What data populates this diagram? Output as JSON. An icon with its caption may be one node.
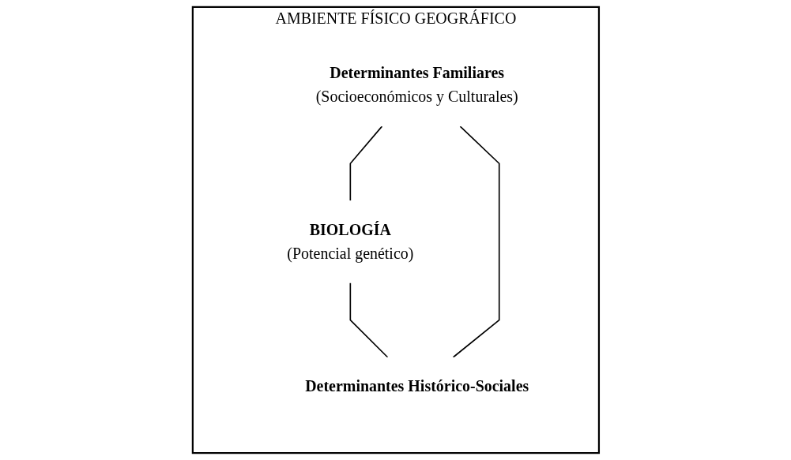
{
  "diagram": {
    "nodes": [
      {
        "text": [
          "AMBIENTE FÍSICO GEOGRÁFICO"
        ]
      },
      {
        "text": [
          "Determinantes Familiares",
          "(Socioeconómicos y Culturales)"
        ],
        "in": 0
      },
      {
        "text": [
          "BIOLOGÍA",
          "(Potencial genético)"
        ],
        "in": 0
      },
      {
        "text": [
          "Determinantes Histórico-Sociales"
        ],
        "in": 0
      }
    ],
    "edges": [
      {
        "from": 1,
        "to": 2,
        "arrow": "none"
      },
      {
        "from": 2,
        "to": 3,
        "arrow": "none"
      },
      {
        "from": 3,
        "to": 1,
        "arrow": "none"
      }
    ]
  }
}
